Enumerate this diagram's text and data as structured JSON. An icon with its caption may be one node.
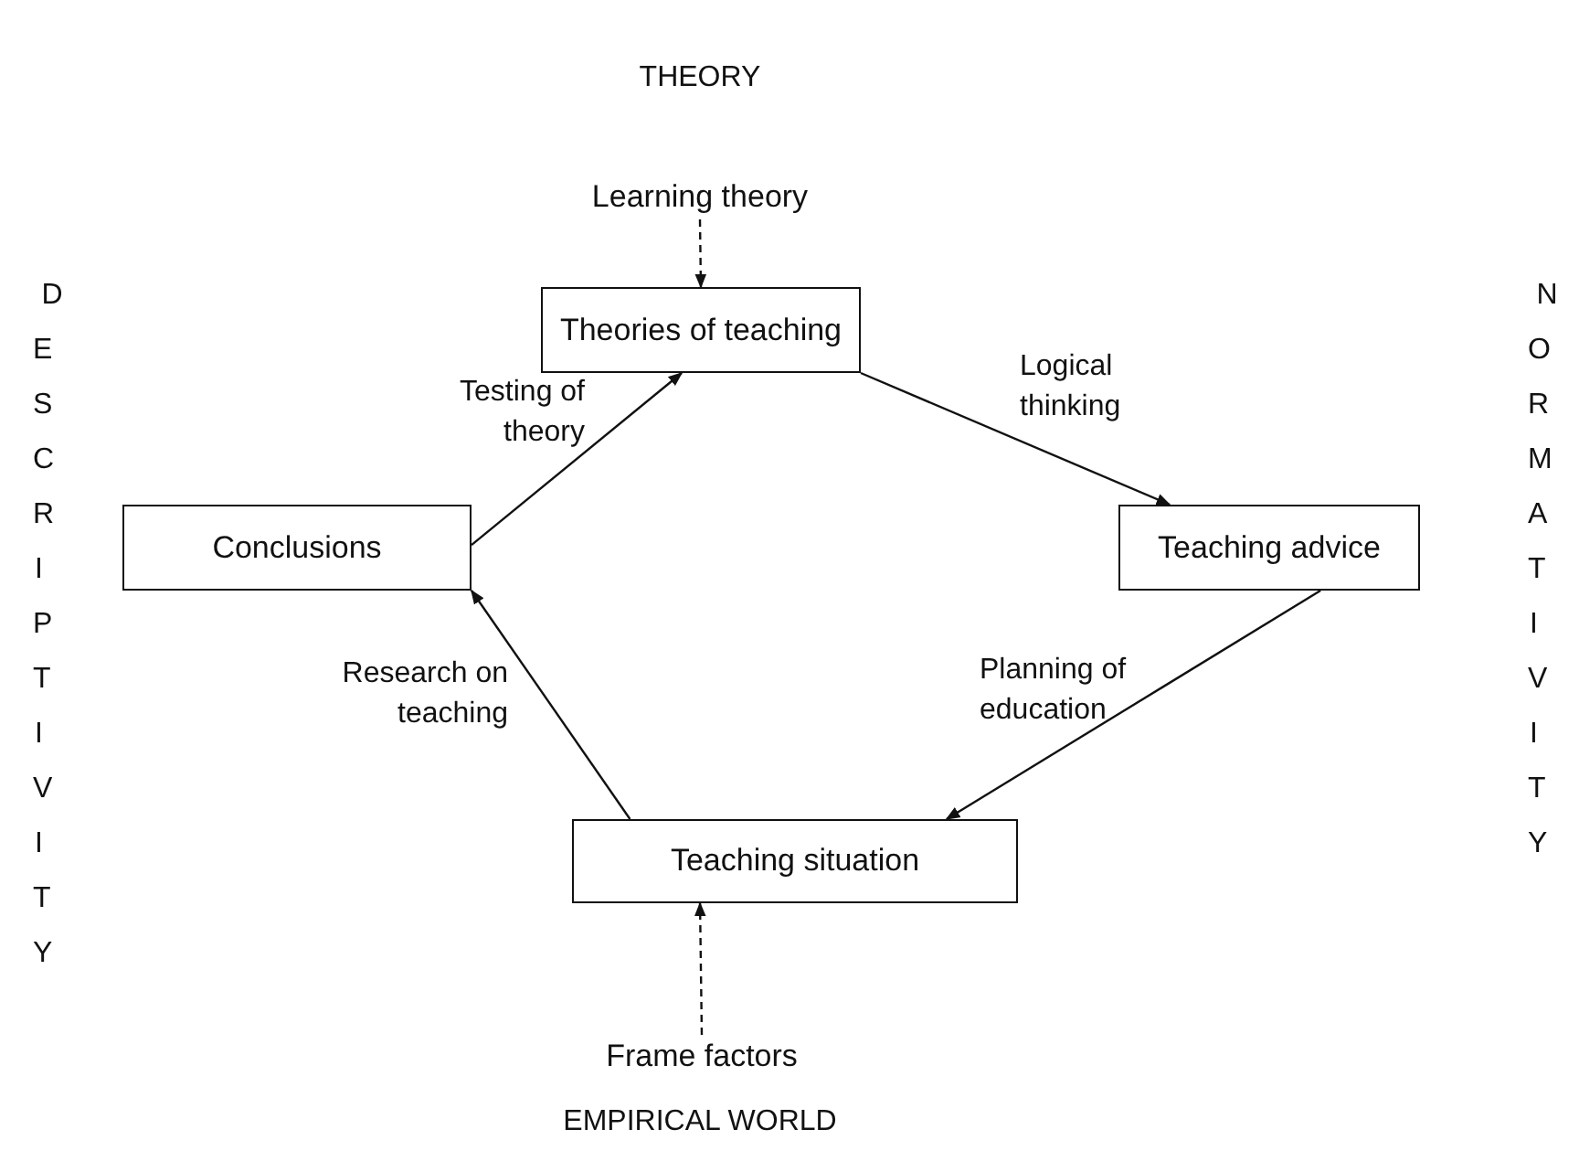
{
  "diagram": {
    "nodes": [
      {
        "text": [
          "Theories of teaching"
        ]
      },
      {
        "text": [
          "Teaching advice"
        ]
      },
      {
        "text": [
          "Teaching situation"
        ]
      },
      {
        "text": [
          "Conclusions"
        ]
      },
      {
        "text": [
          "Learning theory"
        ]
      },
      {
        "text": [
          "Frame factors"
        ]
      }
    ],
    "edges": [
      {
        "from": 4,
        "to": 0,
        "arrow": "to",
        "style": "dashed"
      },
      {
        "from": 5,
        "to": 2,
        "arrow": "to",
        "style": "dashed"
      },
      {
        "from": 0,
        "to": 1,
        "arrow": "to",
        "label": "Logical thinking"
      },
      {
        "from": 1,
        "to": 2,
        "arrow": "to",
        "label": "Planning of education"
      },
      {
        "from": 2,
        "to": 3,
        "arrow": "to",
        "label": "Research on teaching"
      },
      {
        "from": 3,
        "to": 0,
        "arrow": "to",
        "label": "Testing of theory"
      }
    ],
    "labels": [
      "THEORY",
      "DESCRIPTIVITY",
      "NORMATIVITY",
      "EMPIRICAL WORLD"
    ]
  }
}
